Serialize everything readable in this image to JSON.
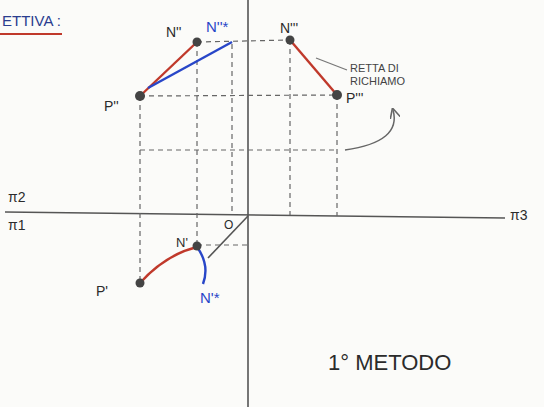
{
  "diagram": {
    "labels": [
      "ETTIVA :",
      "N''",
      "N''*",
      "N'''",
      "RETTA DI RICHIAMO",
      "P''",
      "P'''",
      "π2",
      "π1",
      "π3",
      "O",
      "P'",
      "N'",
      "N'*",
      "1° METODO"
    ]
  }
}
